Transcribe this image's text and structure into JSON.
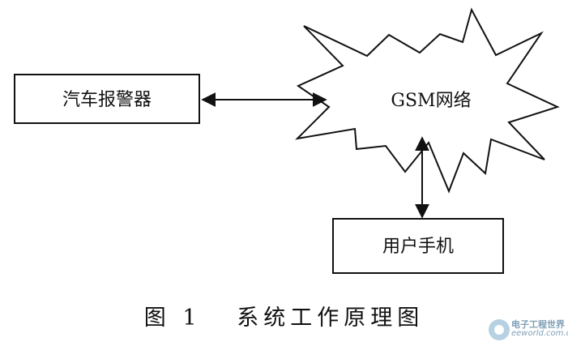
{
  "diagram": {
    "nodes": {
      "alarm": {
        "label": "汽车报警器",
        "shape": "rectangle"
      },
      "gsm": {
        "label": "GSM网络",
        "shape": "cloud-burst"
      },
      "phone": {
        "label": "用户手机",
        "shape": "rectangle"
      }
    },
    "connections": [
      {
        "from": "alarm",
        "to": "gsm",
        "direction": "bidirectional"
      },
      {
        "from": "gsm",
        "to": "phone",
        "direction": "bidirectional"
      }
    ]
  },
  "caption": "图 1   系统工作原理图",
  "watermark": {
    "name": "电子工程世界",
    "domain": "eeworld.com.cn"
  },
  "colors": {
    "line": "#111111",
    "background": "#ffffff",
    "watermark": "#7f9fb5"
  }
}
